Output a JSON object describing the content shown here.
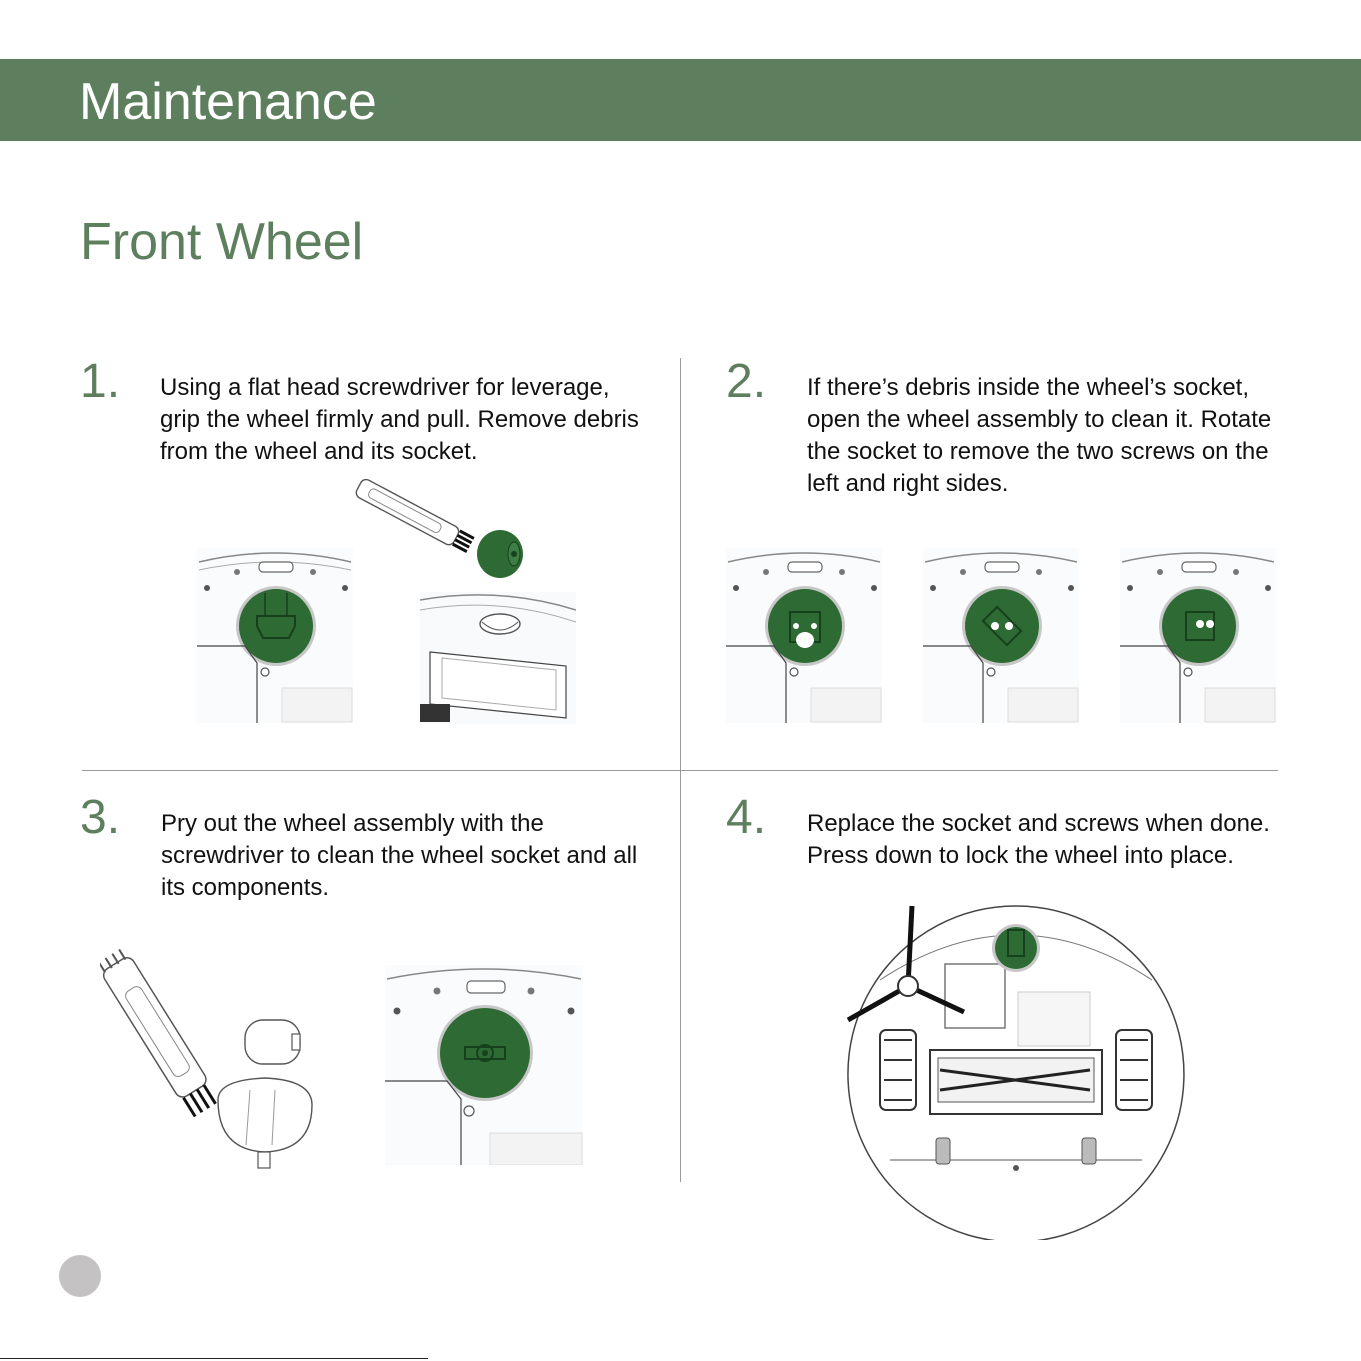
{
  "header": {
    "title": "Maintenance"
  },
  "section": {
    "title": "Front Wheel"
  },
  "steps": [
    {
      "number": "1.",
      "text": "Using a flat head screwdriver for leverage, grip the wheel firmly and pull. Remove debris from the wheel and its socket."
    },
    {
      "number": "2.",
      "text": "If there’s debris inside the wheel’s socket, open the wheel assembly to clean it. Rotate the socket to remove the two screws on the left and right sides."
    },
    {
      "number": "3.",
      "text": "Pry out the wheel assembly with the screwdriver to clean the wheel socket and all its components."
    },
    {
      "number": "4.",
      "text": "Replace the socket and screws when done. Press down to lock the wheel into place."
    }
  ],
  "colors": {
    "accent": "#5e7f5e",
    "wheel": "#2e6a34",
    "divider": "#9a9a9a"
  }
}
